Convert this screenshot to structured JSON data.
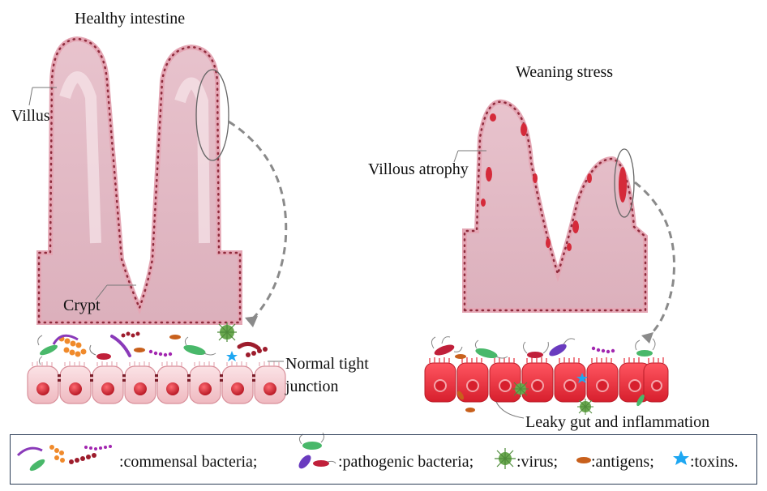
{
  "title": "Healthy intestine",
  "stress_title": "Weaning stress",
  "labels": {
    "villus": "Villus",
    "crypt": "Crypt",
    "villous_atrophy": "Villous atrophy",
    "normal_tight_line1": "Normal tight",
    "normal_tight_line2": "junction",
    "leaky_gut": "Leaky gut and inflammation"
  },
  "legend": {
    "commensal": ":commensal bacteria;",
    "pathogenic": ":pathogenic bacteria;",
    "virus": ":virus;",
    "antigens": ":antigens;",
    "toxins": ":toxins."
  },
  "colors": {
    "tissue": "#e6bfc9",
    "tissue_edge": "#c98a98",
    "healthy_cell": "#f6d1d5",
    "inflamed_cell": "#e63946",
    "nucleus": "#c9202f",
    "arrow": "#8a8a8a",
    "toxin": "#1ea7f2",
    "virus": "#6aa84f",
    "antigen": "#c8601c"
  }
}
